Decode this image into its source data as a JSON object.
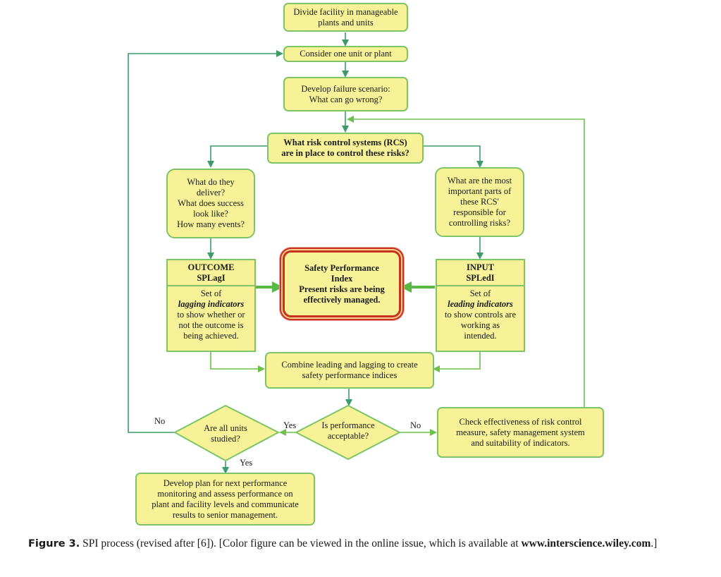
{
  "colors": {
    "box_fill": "#f7f297",
    "box_border": "#7cc466",
    "connector": "#3d9a6a",
    "highlight_border": "#c8301f"
  },
  "nodes": {
    "divide": {
      "lines": [
        "Divide facility in manageable",
        "plants and units"
      ]
    },
    "consider": {
      "lines": [
        "Consider one unit or plant"
      ]
    },
    "failure": {
      "lines": [
        "Develop failure scenario:",
        "What can go wrong?"
      ]
    },
    "rcs": {
      "lines": [
        "What risk control systems (RCS)",
        "are in place to control these risks?"
      ]
    },
    "deliver": {
      "lines": [
        "What do they",
        "deliver?",
        "What does success",
        "look like?",
        "How many events?"
      ]
    },
    "important": {
      "lines": [
        "What are the most",
        "important parts of",
        "these RCS'",
        "responsible for",
        "controlling risks?"
      ]
    },
    "outcome": {
      "header": [
        "OUTCOME",
        "SPLagI"
      ],
      "body_pre": "Set of",
      "body_emph": "lagging indicators",
      "body_post": [
        "to show whether or",
        "not the outcome is",
        "being achieved."
      ]
    },
    "input": {
      "header": [
        "INPUT",
        "SPLedI"
      ],
      "body_pre": "Set of",
      "body_emph": "leading indicators",
      "body_post": [
        "to show controls are",
        "working as",
        "intended."
      ]
    },
    "spi": {
      "lines": [
        "Safety Performance",
        "Index",
        "Present risks are being",
        "effectively managed."
      ]
    },
    "combine": {
      "lines": [
        "Combine leading and lagging to create",
        "safety performance indices"
      ]
    },
    "acceptable": {
      "lines": [
        "Is performance",
        "acceptable?"
      ]
    },
    "all_units": {
      "lines": [
        "Are all units",
        "studied?"
      ]
    },
    "check": {
      "lines": [
        "Check effectiveness of risk control",
        "measure, safety management system",
        "and suitability of indicators."
      ]
    },
    "plan": {
      "lines": [
        "Develop plan for next performance",
        "monitoring and assess performance on",
        "plant and facility levels and communicate",
        "results to senior management."
      ]
    }
  },
  "edge_labels": {
    "acceptable_yes": "Yes",
    "acceptable_no": "No",
    "all_units_no": "No",
    "all_units_yes": "Yes"
  },
  "caption": {
    "figure_label": "Figure 3.",
    "text": " SPI process (revised after [6]). [Color figure can be viewed in the online issue, which is available at ",
    "url": "www.interscience.wiley.com",
    "tail": ".]"
  }
}
